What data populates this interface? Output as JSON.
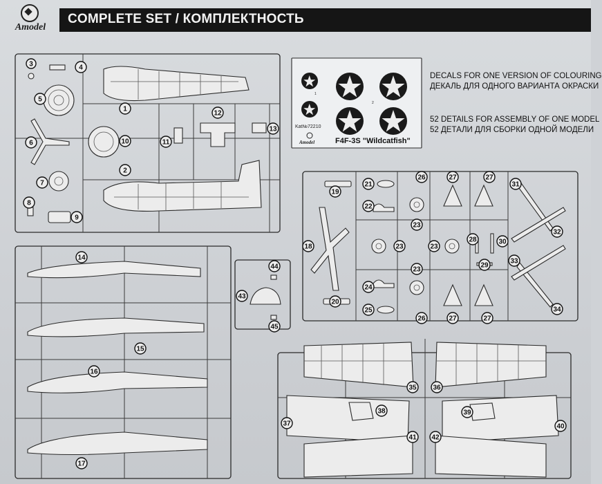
{
  "header": {
    "title": "COMPLETE SET / КОМПЛЕКТНОСТЬ",
    "logo_text": "Amodel"
  },
  "decal_sheet": {
    "catalog": "Kat№72210",
    "model_name": "F4F-3S \"Wildcatfish\"",
    "logo_text": "Amodel",
    "label_1": "1",
    "label_2": "2"
  },
  "notes": {
    "decals_en": "DECALS FOR ONE VERSION OF COLOURING",
    "decals_ru": "ДЕКАЛЬ ДЛЯ ОДНОГО ВАРИАНТА ОКРАСКИ",
    "details_en": "52 DETAILS FOR ASSEMBLY OF ONE MODEL",
    "details_ru": "52 ДЕТАЛИ ДЛЯ СБОРКИ ОДНОЙ МОДЕЛИ"
  },
  "part_labels": {
    "p1": "1",
    "p2": "2",
    "p3": "3",
    "p4": "4",
    "p5": "5",
    "p6": "6",
    "p7": "7",
    "p8": "8",
    "p9": "9",
    "p10": "10",
    "p11": "11",
    "p12": "12",
    "p13": "13",
    "p14": "14",
    "p15": "15",
    "p16": "16",
    "p17": "17",
    "p18": "18",
    "p19": "19",
    "p20": "20",
    "p21": "21",
    "p22": "22",
    "p23a": "23",
    "p23b": "23",
    "p23c": "23",
    "p23d": "23",
    "p24": "24",
    "p25": "25",
    "p26a": "26",
    "p26b": "26",
    "p27a": "27",
    "p27b": "27",
    "p27c": "27",
    "p27d": "27",
    "p28": "28",
    "p29": "29",
    "p30": "30",
    "p31": "31",
    "p32": "32",
    "p33": "33",
    "p34": "34",
    "p35": "35",
    "p36": "36",
    "p37": "37",
    "p38": "38",
    "p39": "39",
    "p40": "40",
    "p41": "41",
    "p42": "42",
    "p43": "43",
    "p44": "44",
    "p45": "45"
  }
}
